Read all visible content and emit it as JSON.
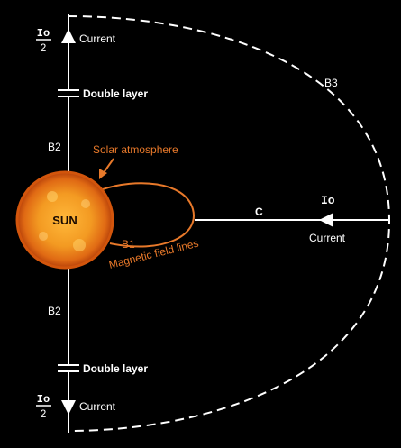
{
  "diagram": {
    "sun_label": "SUN",
    "solar_atmosphere": "Solar atmosphere",
    "magnetic_field_lines": "Magnetic field lines",
    "b1": "B1",
    "b2_top": "B2",
    "b2_bottom": "B2",
    "b3": "B3",
    "c": "C",
    "io": "Io",
    "io_half_top_num": "Io",
    "io_half_top_den": "2",
    "io_half_bottom_num": "Io",
    "io_half_bottom_den": "2",
    "current_top": "Current",
    "current_right": "Current",
    "current_bottom": "Current",
    "double_layer_top": "Double layer",
    "double_layer_bottom": "Double layer",
    "colors": {
      "background": "#000000",
      "line": "#ffffff",
      "accent": "#e8792a",
      "sun_core": "#f6a020",
      "sun_edge": "#d2550c"
    }
  }
}
